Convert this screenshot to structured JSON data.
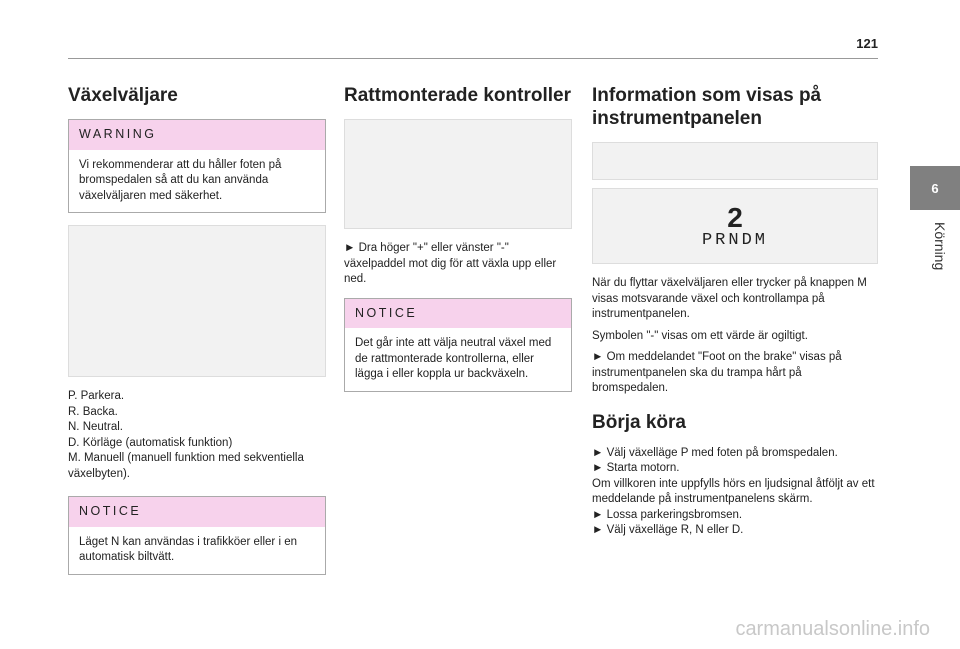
{
  "page_number": "121",
  "section_tab": "6",
  "section_label": "Körning",
  "col1": {
    "title": "Växelväljare",
    "warning": {
      "head": "WARNING",
      "text": "Vi rekommenderar att du håller foten på bromspedalen så att du kan använda växelväljaren med säkerhet."
    },
    "list": [
      "P. Parkera.",
      "R. Backa.",
      "N. Neutral.",
      "D. Körläge (automatisk funktion)",
      "M. Manuell (manuell funktion med sekventiella växelbyten)."
    ],
    "notice": {
      "head": "NOTICE",
      "text": "Läget N kan användas i trafikköer eller i en automatisk biltvätt."
    }
  },
  "col2": {
    "title": "Rattmonterade kontroller",
    "text": "► Dra höger \"+\" eller vänster \"-\" växelpaddel mot dig för att växla upp eller ned.",
    "notice": {
      "head": "NOTICE",
      "text": "Det går inte att välja neutral växel med de rattmonterade kontrollerna, eller lägga i eller koppla ur backväxeln."
    }
  },
  "col3": {
    "title": "Information som visas på instrumentpanelen",
    "gear_display": "2",
    "gear_row": "PRNDM",
    "paras": [
      "När du flyttar växelväljaren eller trycker på knappen M visas motsvarande växel och kontrollampa på instrumentpanelen.",
      "Symbolen \"-\" visas om ett värde är ogiltigt.",
      "► Om meddelandet \"Foot on the brake\" visas på instrumentpanelen ska du trampa hårt på bromspedalen."
    ],
    "title2": "Börja köra",
    "items": [
      "► Välj växelläge P med foten på bromspedalen.",
      "► Starta motorn.",
      "Om villkoren inte uppfylls hörs en ljudsignal åtföljt av ett meddelande på instrumentpanelens skärm.",
      "► Lossa parkeringsbromsen.",
      "► Välj växelläge R, N eller D."
    ]
  },
  "watermark": "carmanualsonline.info"
}
